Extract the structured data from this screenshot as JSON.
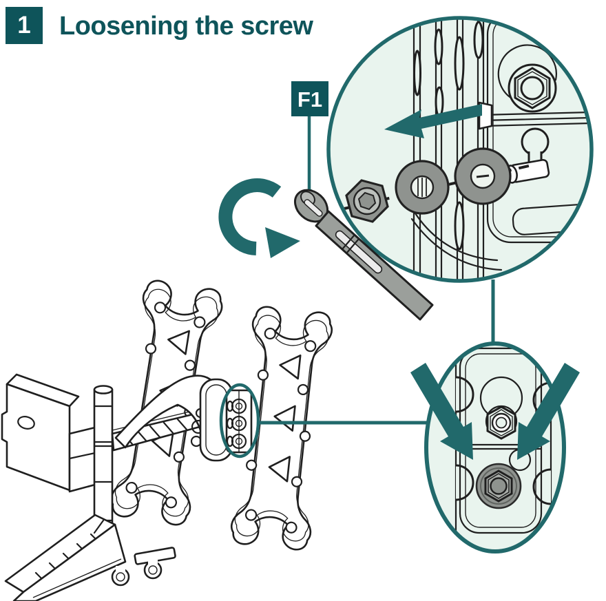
{
  "step": {
    "number": "1",
    "title": "Loosening the screw"
  },
  "callout": {
    "label": "F1"
  },
  "colors": {
    "teal_dark": "#0e545a",
    "teal_mid": "#21696b",
    "mint": "#e9f4ee",
    "washer_gray": "#8f938f",
    "tool_gray": "#9b9f9b",
    "outline": "#1f1f1f",
    "label_text": "#ffffff"
  },
  "icons": {
    "rotation_arrow": "counterclockwise-rotation-arrow",
    "detail_arrow": "slide-left-arrow",
    "press_arrow_left": "press-down-left-arrow",
    "press_arrow_right": "press-down-right-arrow",
    "tool": "allen-key",
    "circle_inset": "screw-and-washers-magnified-view",
    "oval_inset": "screw-location-magnified-view"
  }
}
